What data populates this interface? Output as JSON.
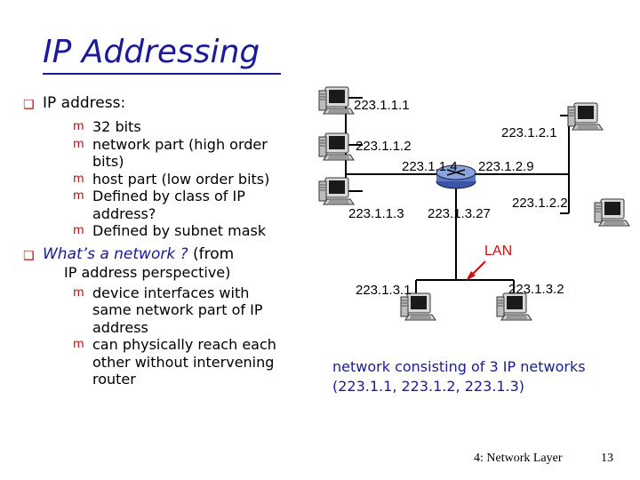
{
  "title": "IP Addressing",
  "bullets": [
    {
      "text": "IP address:",
      "subs": [
        {
          "lines": [
            "32 bits"
          ]
        },
        {
          "lines": [
            "network part (high order",
            "bits)"
          ]
        },
        {
          "lines": [
            "host part (low order bits)"
          ]
        },
        {
          "lines": [
            "Defined by class of IP",
            "address?"
          ]
        },
        {
          "lines": [
            "Defined by subnet mask"
          ]
        }
      ]
    },
    {
      "italic_text": "What’s a network ?",
      "text_rest": " (from",
      "cont": "IP address perspective)",
      "subs": [
        {
          "lines": [
            "device interfaces with",
            "same network part of IP",
            "address"
          ]
        },
        {
          "lines": [
            "can physically reach each",
            "other without intervening",
            "router"
          ]
        }
      ]
    }
  ],
  "network": {
    "addresses": {
      "a_223_1_1_1": "223.1.1.1",
      "a_223_1_1_2": "223.1.1.2",
      "a_223_1_1_4": "223.1.1.4",
      "a_223_1_1_3": "223.1.1.3",
      "a_223_1_2_1": "223.1.2.1",
      "a_223_1_2_9": "223.1.2.9",
      "a_223_1_2_2": "223.1.2.2",
      "a_223_1_3_27": "223.1.3.27",
      "a_223_1_3_1": "223.1.3.1",
      "a_223_1_3_2": "223.1.3.2"
    },
    "lan_label": "LAN",
    "caption_line1": "network consisting of 3 IP networks",
    "caption_line2": "(223.1.1, 223.1.2, 223.1.3)"
  },
  "footer": "4: Network Layer",
  "page_number": "13",
  "colors": {
    "title": "#1a1a9a",
    "bullet": "#b01010",
    "lan": "#cc1010",
    "caption": "#1a1a9a"
  },
  "icons": [
    "computer-icon",
    "router-icon"
  ]
}
